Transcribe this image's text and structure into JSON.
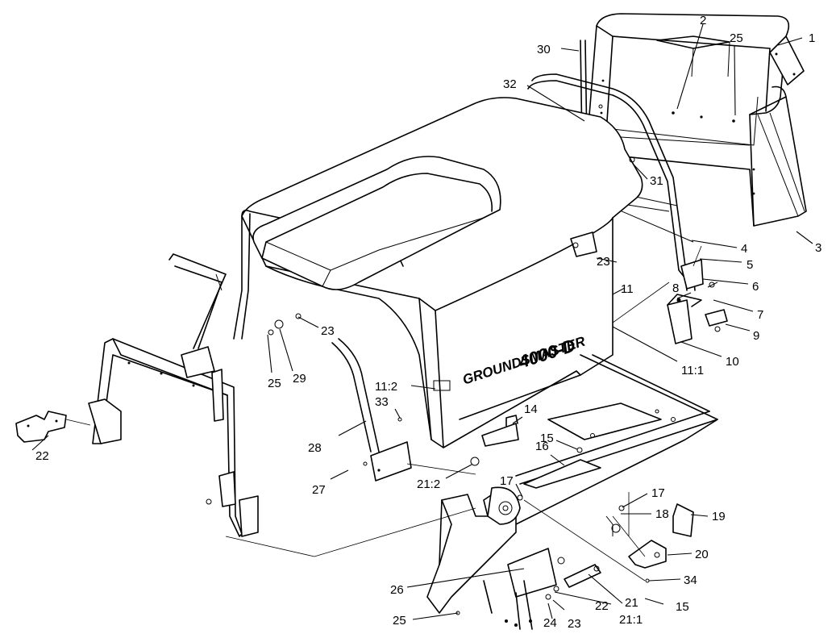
{
  "diagram": {
    "decal_brand": "GROUNDSMASTER",
    "decal_model": "4000-D",
    "callouts": [
      {
        "id": "c1",
        "label": "1"
      },
      {
        "id": "c2",
        "label": "2"
      },
      {
        "id": "c3",
        "label": "3"
      },
      {
        "id": "c4",
        "label": "4"
      },
      {
        "id": "c5",
        "label": "5"
      },
      {
        "id": "c6",
        "label": "6"
      },
      {
        "id": "c7",
        "label": "7"
      },
      {
        "id": "c8",
        "label": "8"
      },
      {
        "id": "c9",
        "label": "9"
      },
      {
        "id": "c10",
        "label": "10"
      },
      {
        "id": "c11",
        "label": "11"
      },
      {
        "id": "c11_1",
        "label": "11:1"
      },
      {
        "id": "c11_2",
        "label": "11:2"
      },
      {
        "id": "c14",
        "label": "14"
      },
      {
        "id": "c15a",
        "label": "15"
      },
      {
        "id": "c15b",
        "label": "15"
      },
      {
        "id": "c16",
        "label": "16"
      },
      {
        "id": "c17a",
        "label": "17"
      },
      {
        "id": "c17b",
        "label": "17"
      },
      {
        "id": "c18",
        "label": "18"
      },
      {
        "id": "c19",
        "label": "19"
      },
      {
        "id": "c20",
        "label": "20"
      },
      {
        "id": "c21",
        "label": "21"
      },
      {
        "id": "c21_1",
        "label": "21:1"
      },
      {
        "id": "c21_2",
        "label": "21:2"
      },
      {
        "id": "c22a",
        "label": "22"
      },
      {
        "id": "c22b",
        "label": "22"
      },
      {
        "id": "c23a",
        "label": "23"
      },
      {
        "id": "c23b",
        "label": "23"
      },
      {
        "id": "c23c",
        "label": "23"
      },
      {
        "id": "c24",
        "label": "24"
      },
      {
        "id": "c25a",
        "label": "25"
      },
      {
        "id": "c25b",
        "label": "25"
      },
      {
        "id": "c25c",
        "label": "25"
      },
      {
        "id": "c26",
        "label": "26"
      },
      {
        "id": "c27",
        "label": "27"
      },
      {
        "id": "c28",
        "label": "28"
      },
      {
        "id": "c29",
        "label": "29"
      },
      {
        "id": "c30",
        "label": "30"
      },
      {
        "id": "c31",
        "label": "31"
      },
      {
        "id": "c32",
        "label": "32"
      },
      {
        "id": "c33",
        "label": "33"
      },
      {
        "id": "c34",
        "label": "34"
      }
    ]
  }
}
